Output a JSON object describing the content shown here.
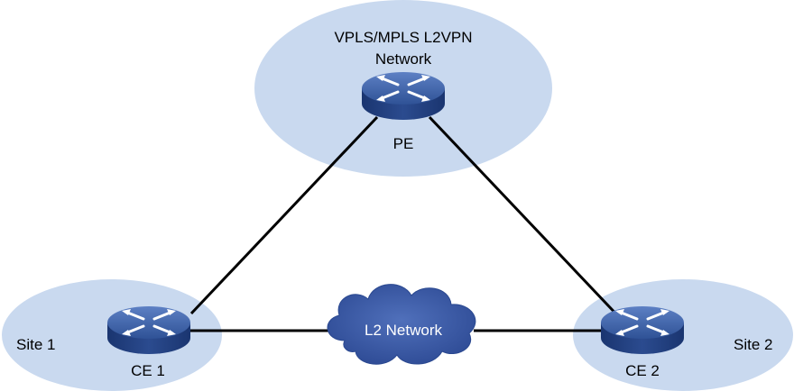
{
  "network": {
    "title_line1": "VPLS/MPLS L2VPN",
    "title_line2": "Network",
    "pe_label": "PE"
  },
  "sites": {
    "site1_label": "Site 1",
    "site2_label": "Site 2",
    "ce1_label": "CE 1",
    "ce2_label": "CE 2"
  },
  "cloud": {
    "label": "L2 Network"
  },
  "colors": {
    "region_fill": "#c9d9ef",
    "router_top": "#3b5fa6",
    "router_side": "#1e3c78",
    "cloud_fill": "#3b5ba8",
    "link": "#000000"
  },
  "icons": {
    "router": "router-icon",
    "cloud": "cloud-icon"
  }
}
